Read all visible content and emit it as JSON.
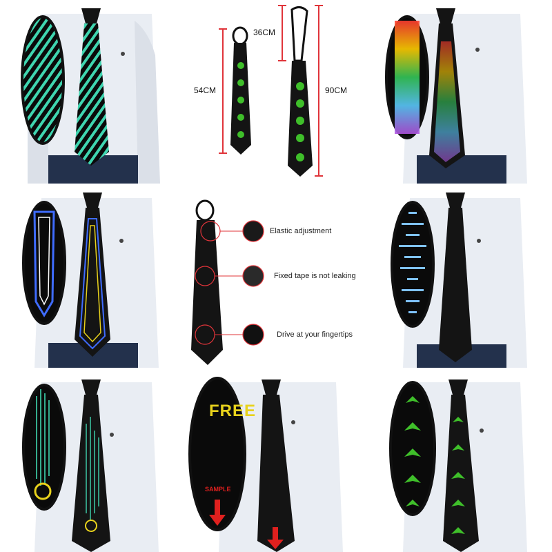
{
  "dimensions": {
    "small_knot": "36CM",
    "small_length": "54CM",
    "large_length": "90CM"
  },
  "features": [
    {
      "label": "Elastic adjustment"
    },
    {
      "label": "Fixed tape is not leaking"
    },
    {
      "label": "Drive at your fingertips"
    }
  ],
  "overlay_text": {
    "free": "FREE",
    "sample": "SAMPLE"
  },
  "colors": {
    "shirt": "#e9edf3",
    "shirt_shadow": "#c9d0db",
    "tie": "#141414",
    "jeans": "#23314c",
    "measure_red": "#e0343a",
    "pattern_teal": "#3fd6b0",
    "pattern_blue": "#3f6cff",
    "wave_blue": "#7fc2ff",
    "leaf_green": "#3fbf2a",
    "free_yellow": "#e8d21c",
    "arrow_red": "#e0201e"
  },
  "tiles": [
    {
      "variant": "diagonal-stripes"
    },
    {
      "variant": "size-chart"
    },
    {
      "variant": "rainbow-equalizer"
    },
    {
      "variant": "blue-outline"
    },
    {
      "variant": "feature-details"
    },
    {
      "variant": "sound-wave"
    },
    {
      "variant": "gold-equalizer-power"
    },
    {
      "variant": "free-sample"
    },
    {
      "variant": "green-leaves"
    }
  ]
}
